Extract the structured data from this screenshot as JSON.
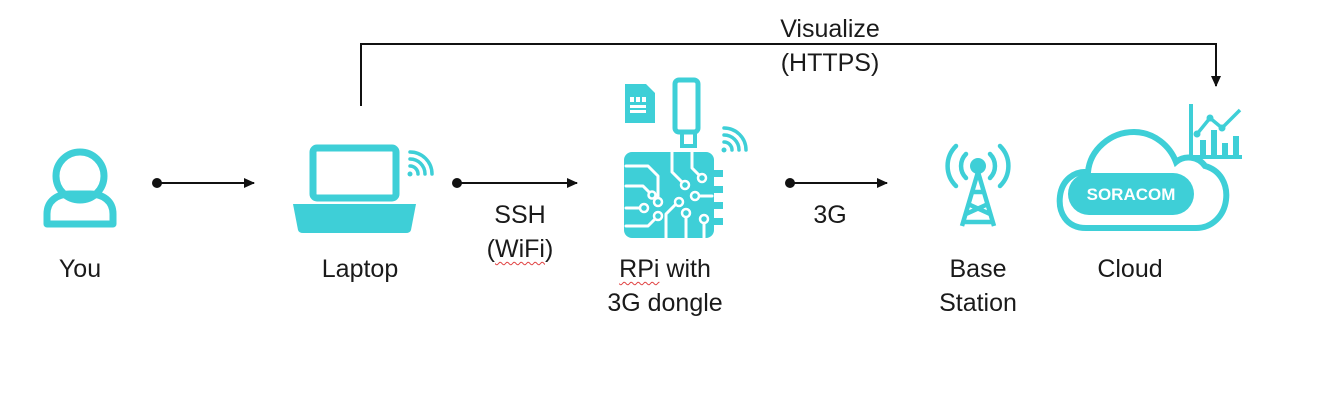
{
  "colors": {
    "accent": "#3ecfd7",
    "line": "#111111",
    "text": "#1a1a1a",
    "white": "#ffffff",
    "spellcheck": "#e04040"
  },
  "nodes": {
    "you": {
      "label": "You",
      "icon": "user-icon"
    },
    "laptop": {
      "label": "Laptop",
      "icon": "laptop-icon"
    },
    "rpi": {
      "label_line1": "RPi",
      "label_line1_rest": " with",
      "label_line2": "3G dongle",
      "icon": "circuit-board-icon"
    },
    "base": {
      "label_line1": "Base",
      "label_line2": "Station",
      "icon": "cell-tower-icon"
    },
    "cloud": {
      "label": "Cloud",
      "logo_text": "SORACOM",
      "icon": "cloud-icon"
    }
  },
  "edges": {
    "ssh": {
      "line1": "SSH",
      "line2_open": "(",
      "line2_word": "WiFi",
      "line2_close": ")"
    },
    "threeg": {
      "label": "3G"
    },
    "visualize": {
      "line1": "Visualize",
      "line2": "(HTTPS)"
    }
  }
}
